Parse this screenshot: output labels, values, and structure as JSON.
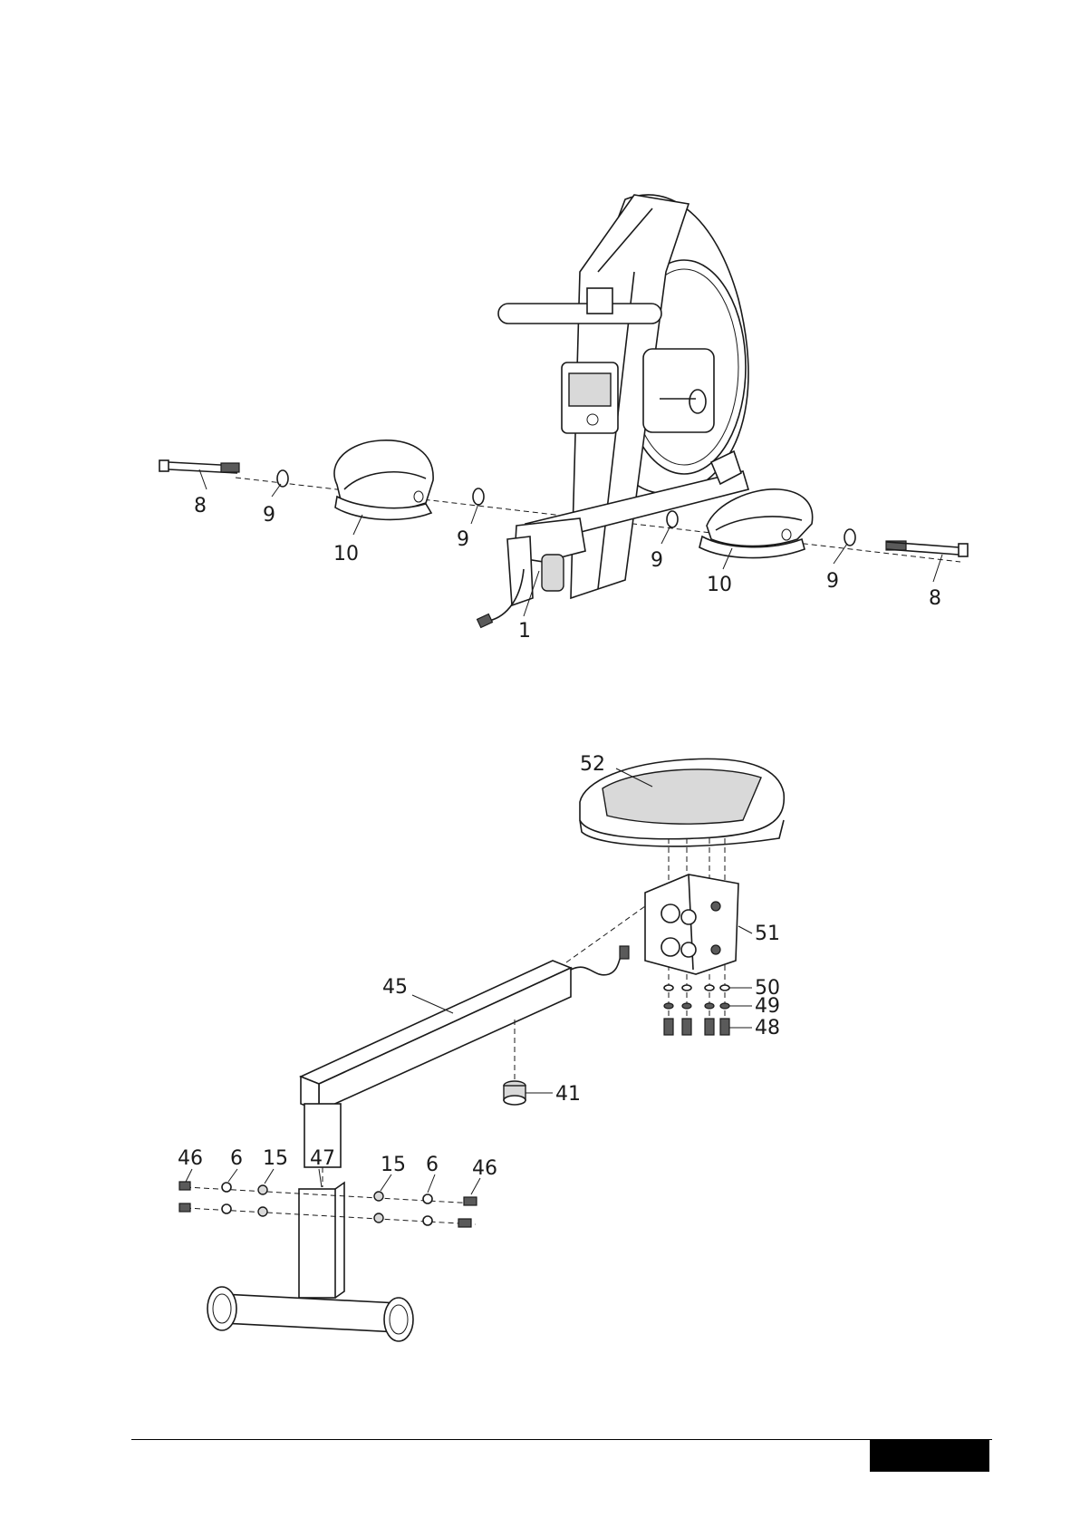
{
  "diagram_top": {
    "labels": [
      "8",
      "9",
      "10",
      "9",
      "1",
      "9",
      "10",
      "9",
      "8"
    ]
  },
  "diagram_bottom": {
    "labels": [
      "52",
      "51",
      "50",
      "49",
      "48",
      "45",
      "41",
      "46",
      "6",
      "15",
      "47",
      "15",
      "6",
      "46"
    ]
  }
}
